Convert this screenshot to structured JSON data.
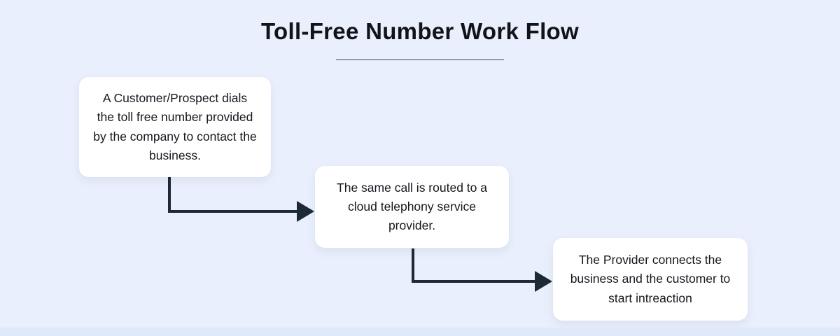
{
  "title": "Toll-Free Number Work Flow",
  "steps": [
    {
      "order": 1,
      "text": "A Customer/Prospect dials the toll free number provided by the company to contact the business."
    },
    {
      "order": 2,
      "text": "The same call is routed to a cloud telephony service provider."
    },
    {
      "order": 3,
      "text": "The Provider connects the business and the customer to start intreaction"
    }
  ],
  "colors": {
    "background": "#e9effc",
    "box_background": "#ffffff",
    "arrow": "#1e2936",
    "title_text": "#111319",
    "box_text": "#16171e",
    "divider": "#3c4854",
    "footer_strip": "#dfe9fa"
  }
}
